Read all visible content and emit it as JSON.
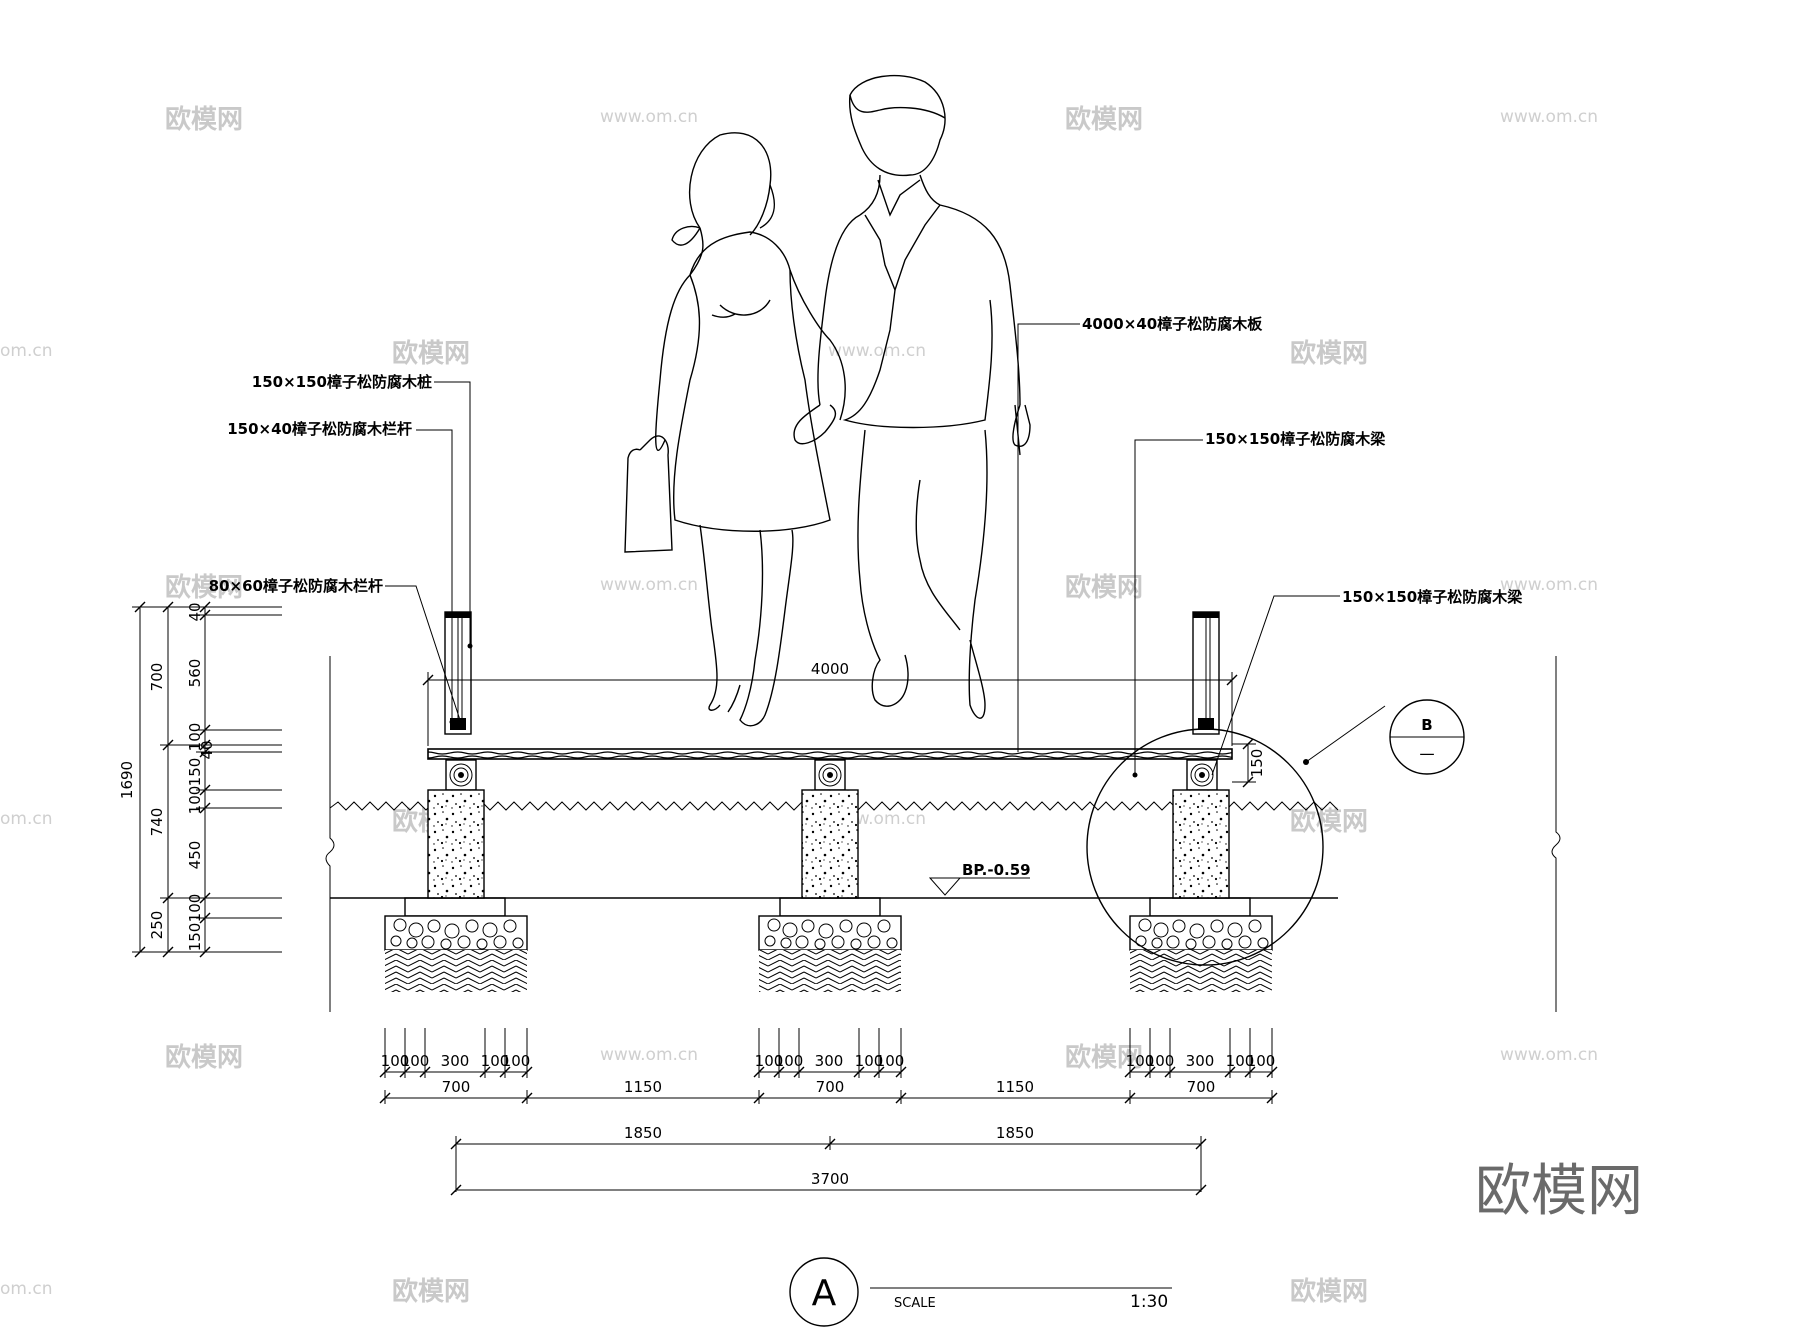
{
  "labels": {
    "pile": "150×150樟子松防腐木桩",
    "rail_150x40": "150×40樟子松防腐木栏杆",
    "rail_80x60": "80×60樟子松防腐木栏杆",
    "deck_board": "4000×40樟子松防腐木板",
    "beam_upper": "150×150樟子松防腐木梁",
    "beam_lower": "150×150樟子松防腐木梁"
  },
  "level_mark": "BP.-0.59",
  "detail_callout": {
    "letter": "B",
    "sub": "一"
  },
  "title_block": {
    "letter": "A",
    "scale_label": "SCALE",
    "scale_value": "1:30"
  },
  "watermark": {
    "brand": "欧模网",
    "url": "www.om.cn",
    "short_url": "om.cn"
  },
  "dims": {
    "deck_span": "4000",
    "beam_height": "150",
    "left_total": "1690",
    "left_mid": [
      "700",
      "740",
      "250"
    ],
    "left_fine": [
      "40",
      "560",
      "100",
      "40",
      "150",
      "100",
      "450",
      "100",
      "150"
    ],
    "bottom_fine": [
      "100",
      "100",
      "300",
      "100",
      "100"
    ],
    "bottom_mid": [
      "700",
      "1150",
      "700",
      "1150",
      "700"
    ],
    "bottom_half": [
      "1850",
      "1850"
    ],
    "bottom_total": "3700"
  }
}
